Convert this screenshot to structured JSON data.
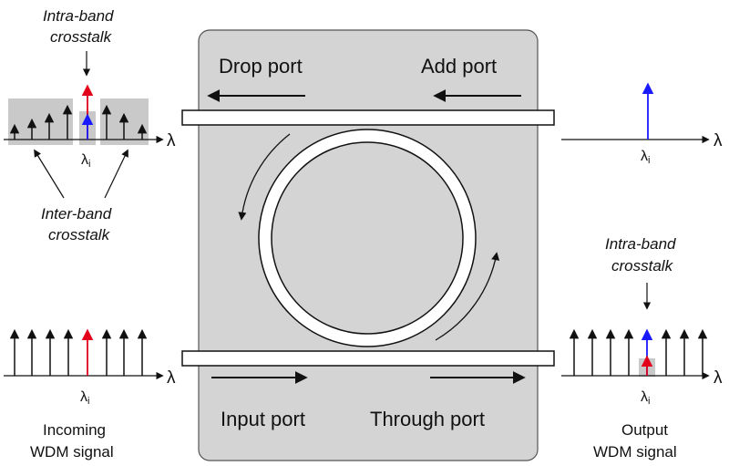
{
  "ports": {
    "drop": "Drop port",
    "add": "Add port",
    "input": "Input port",
    "through": "Through port"
  },
  "annotations": {
    "intra_band_line1": "Intra-band",
    "intra_band_line2": "crosstalk",
    "inter_band_line1": "Inter-band",
    "inter_band_line2": "crosstalk"
  },
  "captions": {
    "incoming_line1": "Incoming",
    "incoming_line2": "WDM signal",
    "output_line1": "Output",
    "output_line2": "WDM signal"
  },
  "symbols": {
    "lambda": "λ",
    "lambda_i": "λ",
    "lambda_i_sub": "i"
  },
  "colors": {
    "device_fill": "#d4d4d4",
    "highlight_box": "#c9c9c9",
    "signal_red": "#e2001a",
    "signal_blue": "#1a1aff",
    "line_black": "#111111"
  }
}
